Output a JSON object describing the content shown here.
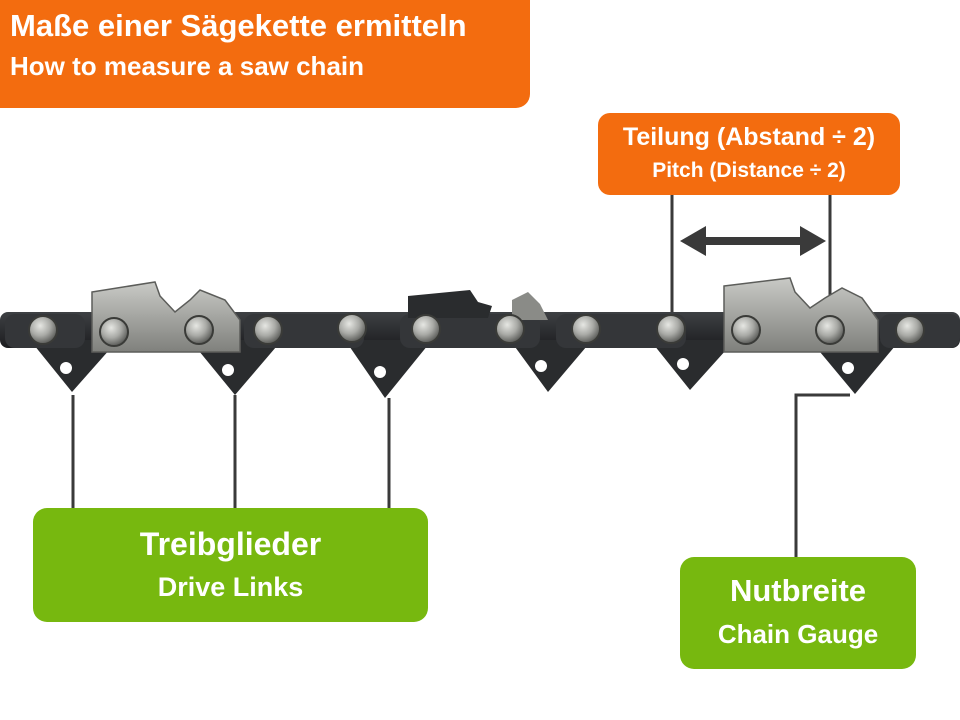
{
  "title": {
    "de": "Maße einer Sägekette ermitteln",
    "en": "How to measure a saw chain"
  },
  "pitch": {
    "de": "Teilung (Abstand ÷ 2)",
    "en": "Pitch (Distance ÷ 2)"
  },
  "drive_links": {
    "de": "Treibglieder",
    "en": "Drive Links"
  },
  "gauge": {
    "de": "Nutbreite",
    "en": "Chain Gauge"
  },
  "colors": {
    "orange": "#f36c0f",
    "green": "#77b80f",
    "chain_dark": "#2a2c2e",
    "rivet": "#a9aaa6",
    "cutter": "#9b9c98",
    "arrow": "#3a3a3a"
  }
}
